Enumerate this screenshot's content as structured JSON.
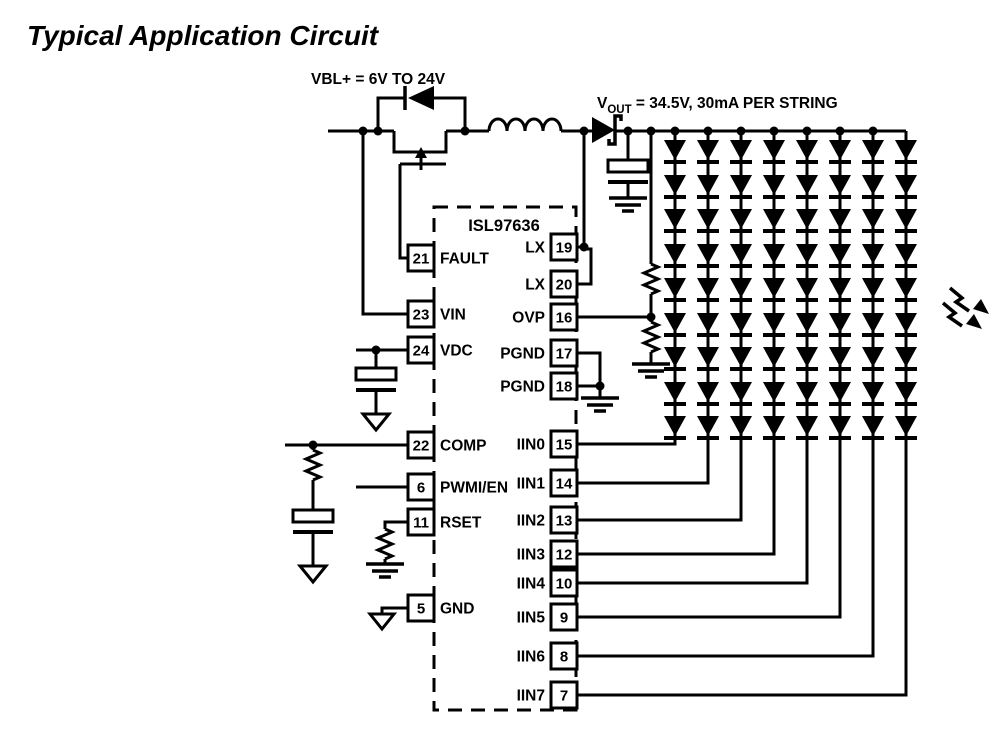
{
  "title": "Typical Application Circuit",
  "annotations": {
    "input_voltage": "VBL+ = 6V TO 24V",
    "vout_prefix": "V",
    "vout_sub": "OUT",
    "vout_rest": " = 34.5V, 30mA PER STRING"
  },
  "ic": {
    "name": "ISL97636",
    "left_pins": [
      {
        "num": "21",
        "name": "FAULT"
      },
      {
        "num": "23",
        "name": "VIN"
      },
      {
        "num": "24",
        "name": "VDC"
      },
      {
        "num": "22",
        "name": "COMP"
      },
      {
        "num": "6",
        "name": "PWMI/EN"
      },
      {
        "num": "11",
        "name": "RSET"
      },
      {
        "num": "5",
        "name": "GND"
      }
    ],
    "right_pins": [
      {
        "num": "19",
        "name": "LX"
      },
      {
        "num": "20",
        "name": "LX"
      },
      {
        "num": "16",
        "name": "OVP"
      },
      {
        "num": "17",
        "name": "PGND"
      },
      {
        "num": "18",
        "name": "PGND"
      },
      {
        "num": "15",
        "name": "IIN0"
      },
      {
        "num": "14",
        "name": "IIN1"
      },
      {
        "num": "13",
        "name": "IIN2"
      },
      {
        "num": "12",
        "name": "IIN3"
      },
      {
        "num": "10",
        "name": "IIN4"
      },
      {
        "num": "9",
        "name": "IIN5"
      },
      {
        "num": "8",
        "name": "IIN6"
      },
      {
        "num": "7",
        "name": "IIN7"
      }
    ]
  },
  "led_array": {
    "string_count": 8,
    "leds_per_string": 9
  },
  "colors": {
    "ink": "#000000",
    "background": "#ffffff"
  }
}
